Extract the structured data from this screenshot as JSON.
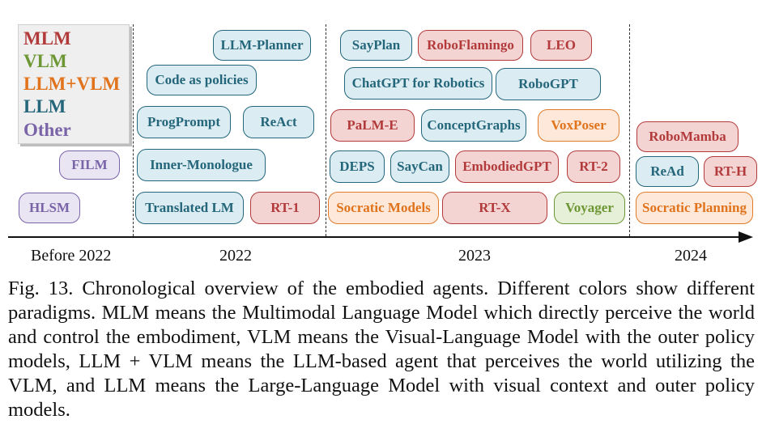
{
  "legend": {
    "mlm": "MLM",
    "vlm": "VLM",
    "llm_vlm": "LLM+VLM",
    "llm": "LLM",
    "other": "Other"
  },
  "colors": {
    "mlm": "#b23a3a",
    "vlm": "#6d9734",
    "llm_vlm": "#e0731c",
    "llm": "#24667a",
    "other": "#7a64a8"
  },
  "periods": {
    "before_2022": "Before 2022",
    "y2022": "2022",
    "y2023": "2023",
    "y2024": "2024"
  },
  "agents": {
    "film": "FILM",
    "hlsm": "HLSM",
    "llm_planner": "LLM-Planner",
    "code_as_policies": "Code as policies",
    "progprompt": "ProgPrompt",
    "react": "ReAct",
    "inner_monologue": "Inner-Monologue",
    "translated_lm": "Translated LM",
    "rt1": "RT-1",
    "sayplan": "SayPlan",
    "roboflamingo": "RoboFlamingo",
    "leo": "LEO",
    "chatgpt_for_robotics": "ChatGPT for Robotics",
    "robogpt": "RoboGPT",
    "palm_e": "PaLM-E",
    "conceptgraphs": "ConceptGraphs",
    "voxposer": "VoxPoser",
    "deps": "DEPS",
    "saycan": "SayCan",
    "embodiedgpt": "EmbodiedGPT",
    "rt2": "RT-2",
    "socratic_models": "Socratic Models",
    "rtx": "RT-X",
    "voyager": "Voyager",
    "robomamba": "RoboMamba",
    "read": "ReAd",
    "rth": "RT-H",
    "socratic_planning": "Socratic Planning"
  },
  "caption": "Fig. 13.  Chronological overview of the embodied agents. Different colors show different paradigms. MLM means the Multimodal Language Model which directly perceive the world and control the embodiment, VLM means the Visual-Language Model with the outer policy models, LLM + VLM means the LLM-based agent that perceives the world utilizing the VLM, and LLM means the Large-Language Model with visual context and outer policy models."
}
